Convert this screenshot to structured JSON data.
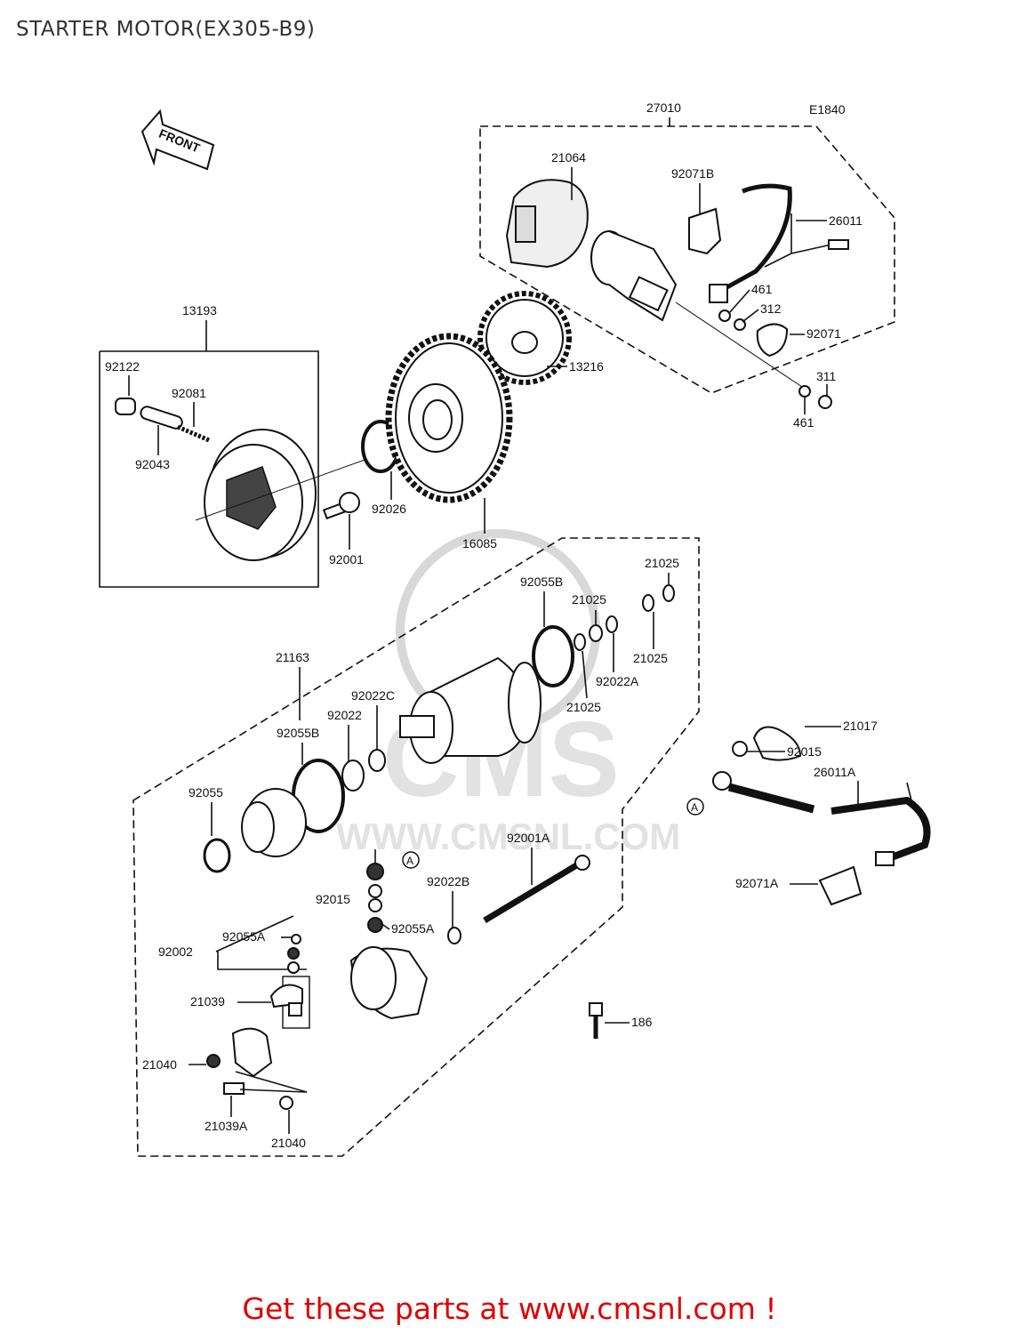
{
  "page": {
    "title": "STARTER MOTOR(EX305-B9)",
    "footer": "Get these parts at www.cmsnl.com !",
    "code": "E1840",
    "front_label": "FRONT"
  },
  "watermark": {
    "text1": "CMS",
    "text2": "WWW.CMSNL.COM"
  },
  "parts": {
    "p27010": "27010",
    "p21064": "21064",
    "p92071B": "92071B",
    "p26011": "26011",
    "p461a": "461",
    "p312": "312",
    "p92071": "92071",
    "p311": "311",
    "p461b": "461",
    "p13216": "13216",
    "p13193": "13193",
    "p92122": "92122",
    "p92081": "92081",
    "p92043": "92043",
    "p92026": "92026",
    "p92001": "92001",
    "p16085": "16085",
    "p21025a": "21025",
    "p92055B_a": "92055B",
    "p21025b": "21025",
    "p21025c": "21025",
    "p92022A": "92022A",
    "p21025d": "21025",
    "p21163": "21163",
    "p92022C": "92022C",
    "p92022": "92022",
    "p92055B_b": "92055B",
    "p92055": "92055",
    "p21017": "21017",
    "p92015a": "92015",
    "p26011A": "26011A",
    "p92001A": "92001A",
    "p92022B": "92022B",
    "p92015b": "92015",
    "p92055A_a": "92055A",
    "p92002": "92002",
    "p92055A_b": "92055A",
    "p92071A": "92071A",
    "p21039": "21039",
    "p186": "186",
    "p21040a": "21040",
    "p21039A": "21039A",
    "p21040b": "21040",
    "markerA": "A"
  }
}
